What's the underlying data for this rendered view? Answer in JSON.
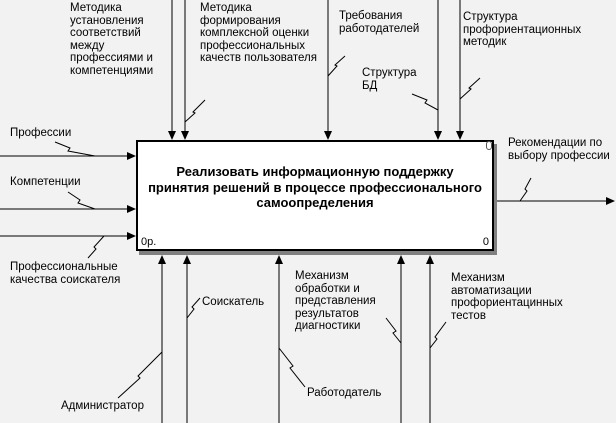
{
  "function_box": {
    "title": "Реализовать информационную поддержку принятия решений в процессе профессионального самоопределения",
    "node_number": "0р.",
    "cost": "0"
  },
  "controls": [
    "Методика установления соответствий между профессиями и компетенциями",
    "Методика формирования комплексной оценки профессиональных качеств пользователя",
    "Требования работодателей",
    "Структура БД",
    "Структура профориентационных методик"
  ],
  "inputs": [
    "Профессии",
    "Компетенции",
    "Профессиональные качества соискателя"
  ],
  "outputs": [
    "Рекомендации по выбору профессии"
  ],
  "mechanisms": [
    "Администратор",
    "Соискатель",
    "Работодатель",
    "Механизм обработки и представления результатов диагностики",
    "Механизм автоматизации профориентацинных тестов"
  ],
  "colors": {
    "line": "#000000",
    "shadow": "#808080",
    "background": "#f2f2f2"
  }
}
